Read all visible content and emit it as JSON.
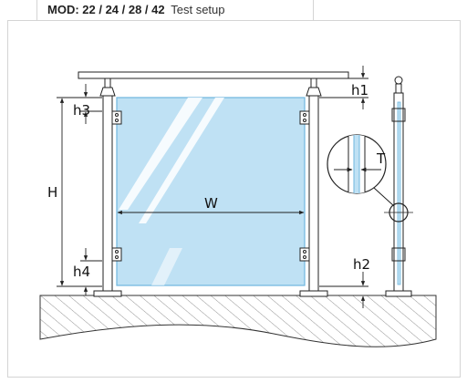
{
  "header": {
    "mod_label": "MOD: 22 / 24 / 28 / 42",
    "subtitle": "Test setup"
  },
  "labels": {
    "h1": "h1",
    "h2": "h2",
    "h3": "h3",
    "h4": "h4",
    "H": "H",
    "W": "W",
    "T": "T"
  },
  "colors": {
    "glass": "#bfe1f4",
    "glass_edge": "#6fb6de",
    "ground_hatch": "#777777",
    "line": "#222222"
  }
}
